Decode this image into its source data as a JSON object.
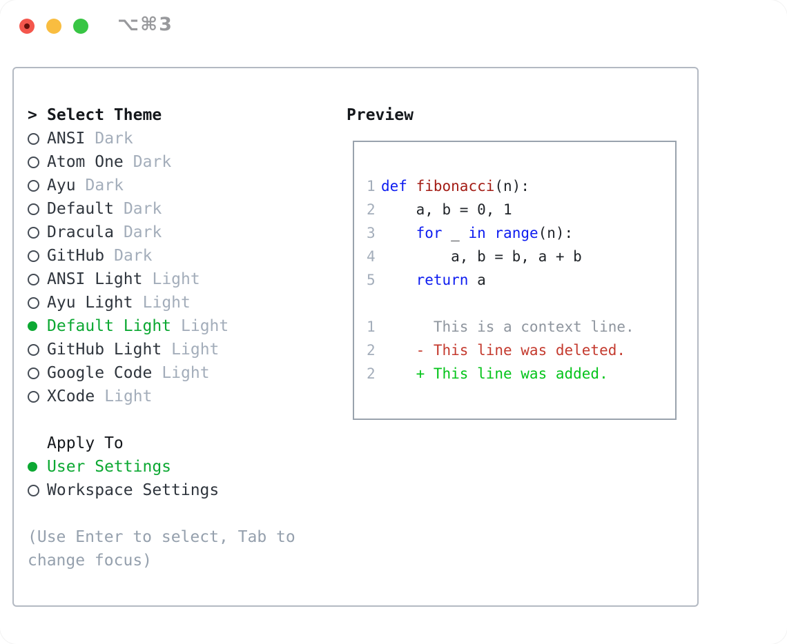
{
  "window": {
    "title": "⌥⌘3",
    "controls": [
      {
        "name": "close"
      },
      {
        "name": "minimize"
      },
      {
        "name": "zoom"
      }
    ]
  },
  "theme_picker": {
    "prompt": ">",
    "title": "Select Theme",
    "themes": [
      {
        "name": "ANSI",
        "variant": "Dark",
        "selected": false
      },
      {
        "name": "Atom One",
        "variant": "Dark",
        "selected": false
      },
      {
        "name": "Ayu",
        "variant": "Dark",
        "selected": false
      },
      {
        "name": "Default",
        "variant": "Dark",
        "selected": false
      },
      {
        "name": "Dracula",
        "variant": "Dark",
        "selected": false
      },
      {
        "name": "GitHub",
        "variant": "Dark",
        "selected": false
      },
      {
        "name": "ANSI Light",
        "variant": "Light",
        "selected": false
      },
      {
        "name": "Ayu Light",
        "variant": "Light",
        "selected": false
      },
      {
        "name": "Default Light",
        "variant": "Light",
        "selected": true
      },
      {
        "name": "GitHub Light",
        "variant": "Light",
        "selected": false
      },
      {
        "name": "Google Code",
        "variant": "Light",
        "selected": false
      },
      {
        "name": "XCode",
        "variant": "Light",
        "selected": false
      }
    ],
    "apply_to": {
      "title": "Apply To",
      "options": [
        {
          "label": "User Settings",
          "selected": true
        },
        {
          "label": "Workspace Settings",
          "selected": false
        }
      ]
    },
    "hint": "(Use Enter to select, Tab to change focus)"
  },
  "preview": {
    "title": "Preview",
    "code_lines": [
      {
        "num": "1",
        "tokens": [
          {
            "t": "def",
            "c": "kw"
          },
          {
            "t": " ",
            "c": "pl"
          },
          {
            "t": "fibonacci",
            "c": "fn"
          },
          {
            "t": "(n):",
            "c": "pl"
          }
        ]
      },
      {
        "num": "2",
        "tokens": [
          {
            "t": "    a, b = 0, 1",
            "c": "pl"
          }
        ]
      },
      {
        "num": "3",
        "tokens": [
          {
            "t": "    ",
            "c": "pl"
          },
          {
            "t": "for",
            "c": "kw"
          },
          {
            "t": " _ ",
            "c": "pl"
          },
          {
            "t": "in",
            "c": "kw"
          },
          {
            "t": " ",
            "c": "pl"
          },
          {
            "t": "range",
            "c": "kw"
          },
          {
            "t": "(n):",
            "c": "pl"
          }
        ]
      },
      {
        "num": "4",
        "tokens": [
          {
            "t": "        a, b = b, a + b",
            "c": "pl"
          }
        ]
      },
      {
        "num": "5",
        "tokens": [
          {
            "t": "    ",
            "c": "pl"
          },
          {
            "t": "return",
            "c": "kw"
          },
          {
            "t": " a",
            "c": "pl"
          }
        ]
      }
    ],
    "diff_lines": [
      {
        "num": "1",
        "text": "      This is a context line.",
        "kind": "context"
      },
      {
        "num": "2",
        "text": "    - This line was deleted.",
        "kind": "deleted"
      },
      {
        "num": "2",
        "text": "    + This line was added.",
        "kind": "added"
      }
    ]
  },
  "colors": {
    "sel-green": "#0ca832",
    "added-green": "#04c41a",
    "deleted-red": "#c43a2e",
    "kw-blue": "#0d1cf0",
    "fn-red": "#a31c15",
    "muted": "#a3adba",
    "hint": "#95a0ad",
    "panel-border": "#b3b9c2",
    "box-border": "#99a2ad",
    "traffic-red": "#f4564c",
    "traffic-yellow": "#f9bd40",
    "traffic-green": "#38c544",
    "title-gray": "#98999c"
  }
}
